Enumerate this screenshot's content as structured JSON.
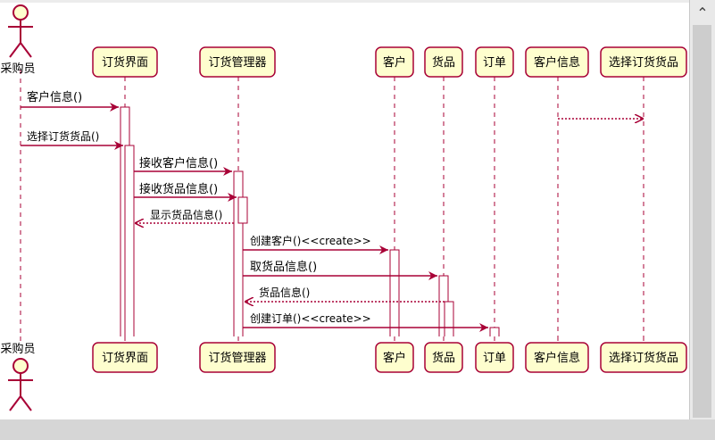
{
  "diagram": {
    "actor": {
      "label": "采购员"
    },
    "participants": [
      {
        "id": "ui",
        "label": "订货界面"
      },
      {
        "id": "mgr",
        "label": "订货管理器"
      },
      {
        "id": "customer",
        "label": "客户"
      },
      {
        "id": "goods",
        "label": "货品"
      },
      {
        "id": "order",
        "label": "订单"
      },
      {
        "id": "custinfo",
        "label": "客户信息"
      },
      {
        "id": "select",
        "label": "选择订货货品"
      }
    ],
    "messages": [
      {
        "from": "actor",
        "to": "ui",
        "label": "客户信息()",
        "type": "sync"
      },
      {
        "from": "custinfo",
        "to": "select",
        "label": "",
        "type": "return"
      },
      {
        "from": "actor",
        "to": "ui",
        "label": "选择订货货品()",
        "type": "sync"
      },
      {
        "from": "ui",
        "to": "mgr",
        "label": "接收客户信息()",
        "type": "sync"
      },
      {
        "from": "ui",
        "to": "mgr",
        "label": "接收货品信息()",
        "type": "sync"
      },
      {
        "from": "mgr",
        "to": "ui",
        "label": "显示货品信息()",
        "type": "return"
      },
      {
        "from": "mgr",
        "to": "customer",
        "label": "创建客户()<<create>>",
        "type": "sync"
      },
      {
        "from": "mgr",
        "to": "goods",
        "label": "取货品信息()",
        "type": "sync"
      },
      {
        "from": "goods",
        "to": "mgr",
        "label": "货品信息()",
        "type": "return"
      },
      {
        "from": "mgr",
        "to": "order",
        "label": "创建订单()<<create>>",
        "type": "sync"
      }
    ]
  },
  "colors": {
    "box_fill": "#fefece",
    "box_border": "#a80036",
    "arrow": "#a80036",
    "lifeline": "#a80036",
    "activation_fill": "#ffffff"
  },
  "scrollbar": {
    "up_icon": "chevron-up-icon"
  }
}
